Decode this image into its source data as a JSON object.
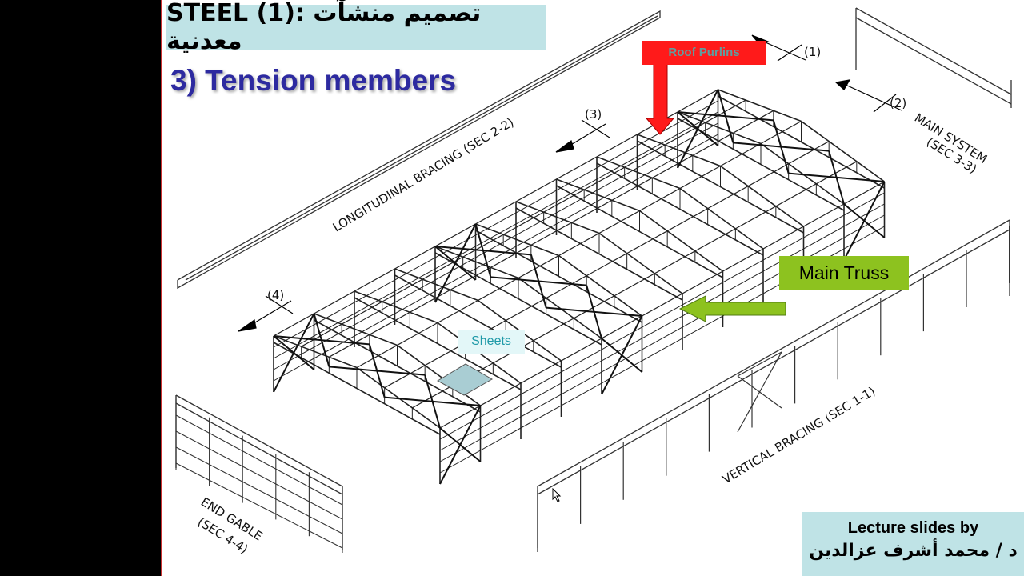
{
  "slide": {
    "title": "STEEL (1): تصميم منشآت معدنية",
    "subtitle": "3) Tension members"
  },
  "labels": {
    "roof_purlins": "Roof Purlins",
    "main_truss": "Main Truss",
    "sheets": "Sheets"
  },
  "drawing": {
    "sections": {
      "longitudinal": "LONGITUDINAL BRACING (SEC 2-2)",
      "main_system_1": "MAIN SYSTEM",
      "main_system_2": "(SEC 3-3)",
      "vertical": "VERTICAL BRACING (SEC 1-1)",
      "end_gable_1": "END GABLE",
      "end_gable_2": "(SEC 4-4)"
    },
    "markers": [
      "(1)",
      "(2)",
      "(3)",
      "(4)"
    ]
  },
  "credit": {
    "line1": "Lecture slides by",
    "line2": "د / محمد أشرف عزالدين"
  },
  "colors": {
    "background": "#000000",
    "slide": "#ffffff",
    "title_box": "#bfe3e6",
    "subtitle_text": "#2d2aa0",
    "roof_label_bg": "#ff1a1a",
    "truss_label_bg": "#8dc21f",
    "sheets_fill": "#a9cdd3"
  }
}
